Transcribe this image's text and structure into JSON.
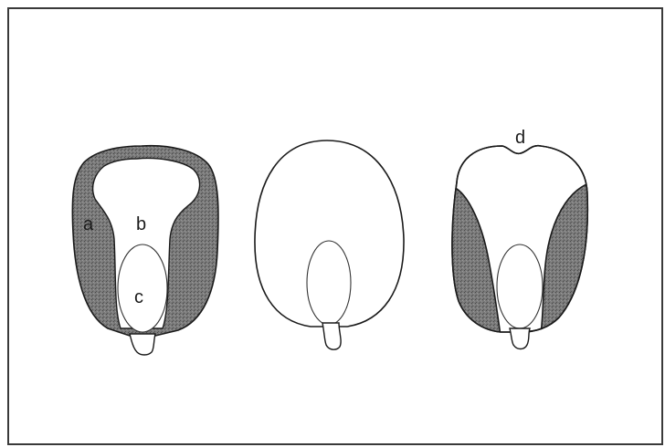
{
  "diagram": {
    "labels": {
      "a": "a",
      "b": "b",
      "c": "c",
      "d": "d"
    },
    "colors": {
      "frame": "#3a3a3a",
      "stroke": "#1a1a1a",
      "shaded_region": "#6e6e6e",
      "background": "#ffffff"
    }
  }
}
